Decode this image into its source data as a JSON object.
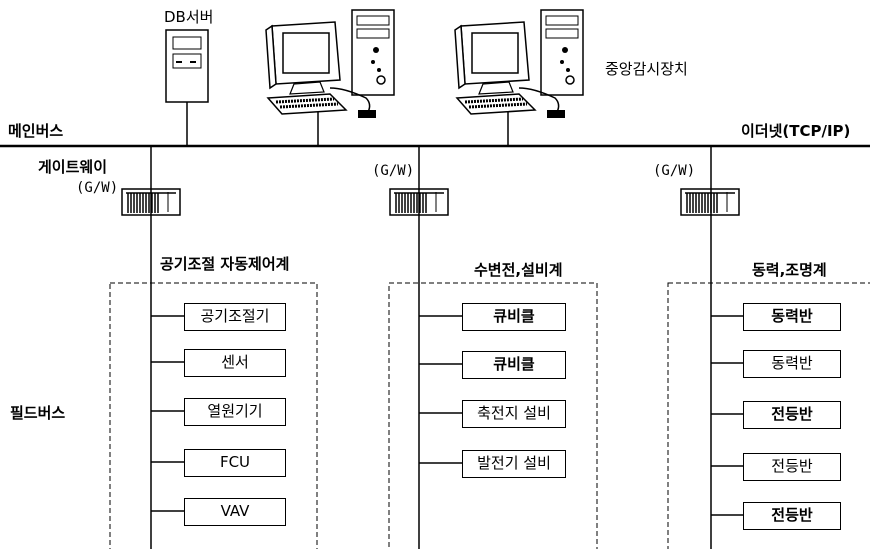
{
  "labels": {
    "db_server": "DB서버",
    "central_monitor": "중앙감시장치",
    "main_bus": "메인버스",
    "ethernet": "이더넷(TCP/IP)",
    "gateway": "게이트웨이",
    "gw": "(G/W)",
    "field_bus": "필드버스"
  },
  "groups": [
    {
      "title": "공기조절 자동제어계",
      "items": [
        "공기조절기",
        "센서",
        "열원기기",
        "FCU",
        "VAV"
      ]
    },
    {
      "title": "수변전,설비계",
      "items": [
        "큐비클",
        "큐비클",
        "축전지 설비",
        "발전기 설비"
      ]
    },
    {
      "title": "동력,조명계",
      "items": [
        "동력반",
        "동력반",
        "전등반",
        "전등반",
        "전등반"
      ]
    }
  ]
}
